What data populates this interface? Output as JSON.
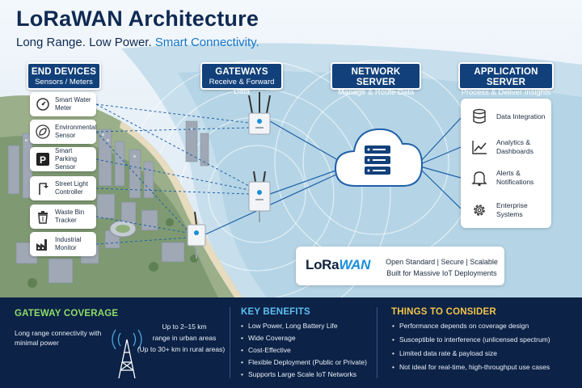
{
  "header": {
    "title": "LoRaWAN Architecture",
    "subtitle_main": "Long Range. Low Power. ",
    "subtitle_accent": "Smart Connectivity."
  },
  "sections": {
    "end_devices": {
      "title": "END DEVICES",
      "subtitle": "Sensors / Meters"
    },
    "gateways": {
      "title": "GATEWAYS",
      "subtitle": "Receive & Forward Data"
    },
    "network_server": {
      "title": "NETWORK SERVER",
      "subtitle": "Manage & Route Data"
    },
    "application_server": {
      "title": "APPLICATION SERVER",
      "subtitle": "Process & Deliver Insights"
    }
  },
  "devices": [
    {
      "label": "Smart Water Meter",
      "icon": "water-meter-icon"
    },
    {
      "label": "Environmental Sensor",
      "icon": "leaf-icon"
    },
    {
      "label": "Smart Parking Sensor",
      "icon": "parking-icon"
    },
    {
      "label": "Street Light Controller",
      "icon": "street-light-icon"
    },
    {
      "label": "Waste Bin Tracker",
      "icon": "trash-bin-icon"
    },
    {
      "label": "Industrial Monitor",
      "icon": "factory-icon"
    }
  ],
  "applications": [
    {
      "label": "Data Integration",
      "icon": "database-icon"
    },
    {
      "label": "Analytics & Dashboards",
      "icon": "chart-line-icon"
    },
    {
      "label": "Alerts & Notifications",
      "icon": "bell-icon"
    },
    {
      "label": "Enterprise Systems",
      "icon": "gear-icon"
    }
  ],
  "lorawan_box": {
    "logo_a": "LoRa",
    "logo_b": "WAN",
    "features": "Open Standard  |  Secure  |  Scalable",
    "tagline": "Built for Massive IoT Deployments"
  },
  "footer": {
    "coverage": {
      "title": "GATEWAY COVERAGE",
      "desc": "Long range connectivity with minimal power",
      "range_urban_a": "Up to 2–15 km",
      "range_urban_b": "range in urban areas",
      "range_rural": "(Up to 30+ km in rural areas)"
    },
    "benefits": {
      "title": "KEY BENEFITS",
      "items": [
        "Low Power, Long Battery Life",
        "Wide Coverage",
        "Cost-Effective",
        "Flexible Deployment (Public or Private)",
        "Supports Large Scale IoT Networks"
      ]
    },
    "consider": {
      "title": "THINGS TO CONSIDER",
      "items": [
        "Performance depends on coverage design",
        "Susceptible to interference (unlicensed spectrum)",
        "Limited data rate & payload size",
        "Not ideal for real-time, high-throughput use cases"
      ]
    }
  },
  "colors": {
    "navy": "#0c2246",
    "pill": "#11407a",
    "accent_blue": "#1676c9",
    "link_blue": "#1f5fa8",
    "coverage_green": "#8fdc6a",
    "benefits_blue": "#5cc0f2",
    "consider_gold": "#f2c44b"
  }
}
